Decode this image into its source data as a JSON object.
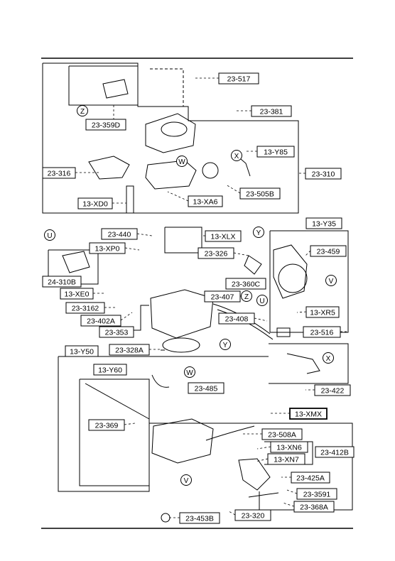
{
  "diagram": {
    "labels": [
      {
        "id": "23-517",
        "text": "23-517",
        "kind": "part"
      },
      {
        "id": "23-381",
        "text": "23-381",
        "kind": "part"
      },
      {
        "id": "23-359D",
        "text": "23-359D",
        "kind": "part"
      },
      {
        "id": "13-Y85",
        "text": "13-Y85",
        "kind": "part"
      },
      {
        "id": "23-310",
        "text": "23-310",
        "kind": "part"
      },
      {
        "id": "23-316",
        "text": "23-316",
        "kind": "part"
      },
      {
        "id": "23-505B",
        "text": "23-505B",
        "kind": "part"
      },
      {
        "id": "13-XA6",
        "text": "13-XA6",
        "kind": "part"
      },
      {
        "id": "13-XD0",
        "text": "13-XD0",
        "kind": "part"
      },
      {
        "id": "23-440",
        "text": "23-440",
        "kind": "part"
      },
      {
        "id": "13-XLX",
        "text": "13-XLX",
        "kind": "part"
      },
      {
        "id": "13-Y35",
        "text": "13-Y35",
        "kind": "part"
      },
      {
        "id": "13-XP0",
        "text": "13-XP0",
        "kind": "part"
      },
      {
        "id": "23-326",
        "text": "23-326",
        "kind": "part"
      },
      {
        "id": "23-459",
        "text": "23-459",
        "kind": "part"
      },
      {
        "id": "24-310B",
        "text": "24-310B",
        "kind": "part"
      },
      {
        "id": "23-360C",
        "text": "23-360C",
        "kind": "part"
      },
      {
        "id": "13-XE0",
        "text": "13-XE0",
        "kind": "part"
      },
      {
        "id": "23-407",
        "text": "23-407",
        "kind": "part"
      },
      {
        "id": "23-3162",
        "text": "23-3162",
        "kind": "part"
      },
      {
        "id": "13-XR5",
        "text": "13-XR5",
        "kind": "part"
      },
      {
        "id": "23-408",
        "text": "23-408",
        "kind": "part"
      },
      {
        "id": "23-402A",
        "text": "23-402A",
        "kind": "part"
      },
      {
        "id": "23-353",
        "text": "23-353",
        "kind": "part"
      },
      {
        "id": "23-516",
        "text": "23-516",
        "kind": "part"
      },
      {
        "id": "23-328A",
        "text": "23-328A",
        "kind": "part"
      },
      {
        "id": "13-Y50",
        "text": "13-Y50",
        "kind": "part"
      },
      {
        "id": "13-Y60",
        "text": "13-Y60",
        "kind": "part"
      },
      {
        "id": "23-485",
        "text": "23-485",
        "kind": "part"
      },
      {
        "id": "23-422",
        "text": "23-422",
        "kind": "part"
      },
      {
        "id": "23-369",
        "text": "23-369",
        "kind": "part"
      },
      {
        "id": "13-XMX",
        "text": "13-XMX",
        "kind": "part"
      },
      {
        "id": "23-508A",
        "text": "23-508A",
        "kind": "part"
      },
      {
        "id": "13-XN6",
        "text": "13-XN6",
        "kind": "part"
      },
      {
        "id": "23-412B",
        "text": "23-412B",
        "kind": "part"
      },
      {
        "id": "13-XN7",
        "text": "13-XN7",
        "kind": "part"
      },
      {
        "id": "23-425A",
        "text": "23-425A",
        "kind": "part"
      },
      {
        "id": "23-3591",
        "text": "23-3591",
        "kind": "part"
      },
      {
        "id": "23-368A",
        "text": "23-368A",
        "kind": "part"
      },
      {
        "id": "23-320",
        "text": "23-320",
        "kind": "part"
      },
      {
        "id": "23-453B",
        "text": "23-453B",
        "kind": "part"
      }
    ],
    "callouts": [
      {
        "id": "Z-1",
        "text": "Z"
      },
      {
        "id": "X-1",
        "text": "X"
      },
      {
        "id": "W-1",
        "text": "W"
      },
      {
        "id": "U-1",
        "text": "U"
      },
      {
        "id": "Y-1",
        "text": "Y"
      },
      {
        "id": "Z-2",
        "text": "Z"
      },
      {
        "id": "U-2",
        "text": "U"
      },
      {
        "id": "V-1",
        "text": "V"
      },
      {
        "id": "Y-2",
        "text": "Y"
      },
      {
        "id": "X-2",
        "text": "X"
      },
      {
        "id": "W-2",
        "text": "W"
      },
      {
        "id": "V-2",
        "text": "V"
      }
    ],
    "colors": {
      "ink": "#000000",
      "paper": "#ffffff"
    }
  }
}
